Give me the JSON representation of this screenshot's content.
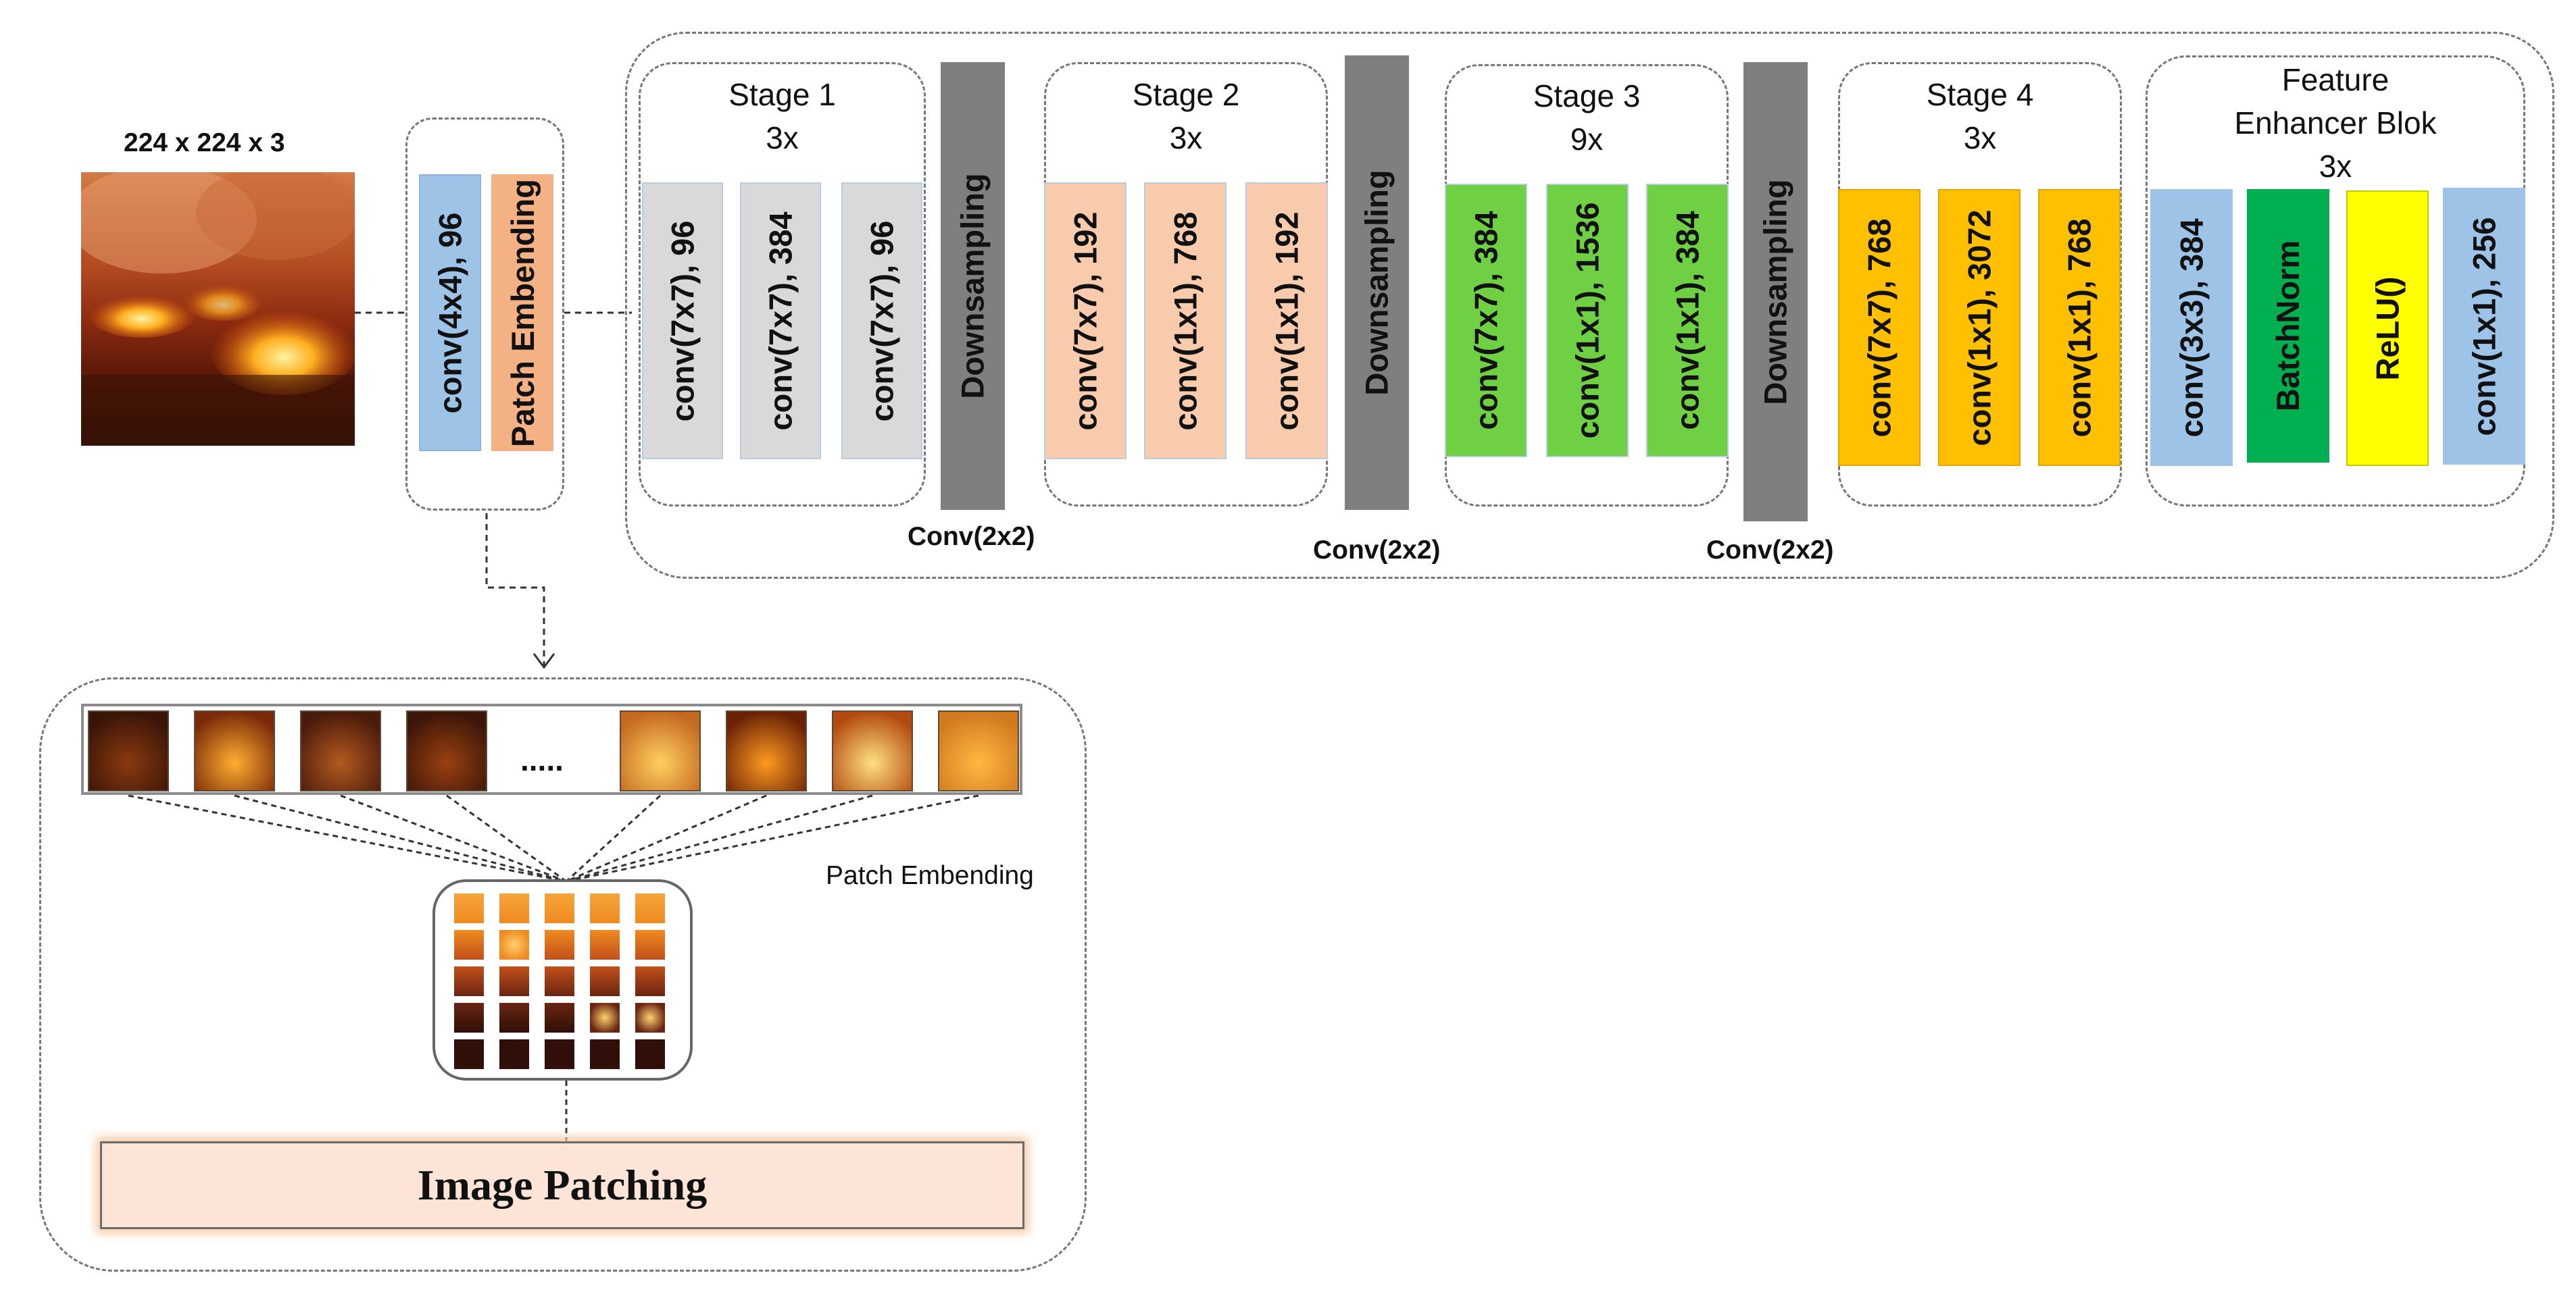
{
  "input": {
    "size_label": "224 x 224 x 3"
  },
  "patch_embedding_block": {
    "conv_label": "conv(4x4), 96",
    "embed_label": "Patch Embending",
    "conv_color": "#9DC3E6",
    "embed_color": "#F4B183"
  },
  "stages": [
    {
      "title": "Stage 1",
      "repeat": "3x",
      "color": "#D9D9D9",
      "layers": [
        "conv(7x7), 96",
        "conv(7x7), 384",
        "conv(7x7), 96"
      ]
    },
    {
      "title": "Stage 2",
      "repeat": "3x",
      "color": "#F8CBAD",
      "layers": [
        "conv(7x7), 192",
        "conv(1x1), 768",
        "conv(1x1), 192"
      ]
    },
    {
      "title": "Stage 3",
      "repeat": "9x",
      "color": "#70D044",
      "layers": [
        "conv(7x7), 384",
        "conv(1x1), 1536",
        "conv(1x1), 384"
      ]
    },
    {
      "title": "Stage 4",
      "repeat": "3x",
      "color": "#FFC000",
      "layers": [
        "conv(7x7), 768",
        "conv(1x1), 3072",
        "conv(1x1), 768"
      ]
    }
  ],
  "downsampling": [
    {
      "label": "Downsampling",
      "conv": "Conv(2x2)"
    },
    {
      "label": "Downsampling",
      "conv": "Conv(2x2)"
    },
    {
      "label": "Downsampling",
      "conv": "Conv(2x2)"
    }
  ],
  "downsampling_color": "#7F7F7F",
  "feature_enhancer": {
    "title_line1": "Feature",
    "title_line2": "Enhancer Blok",
    "repeat": "3x",
    "layers": [
      {
        "label": "conv(3x3), 384",
        "color": "#9DC3E6"
      },
      {
        "label": "BatchNorm",
        "color": "#00B050"
      },
      {
        "label": "ReLU()",
        "color": "#FFFF00"
      },
      {
        "label": "conv(1x1), 256",
        "color": "#9DC3E6"
      }
    ]
  },
  "patch_detail": {
    "ellipsis": ".....",
    "label": "Patch Embending",
    "image_patching_label": "Image Patching",
    "image_patching_color": "#FCE4D6"
  }
}
